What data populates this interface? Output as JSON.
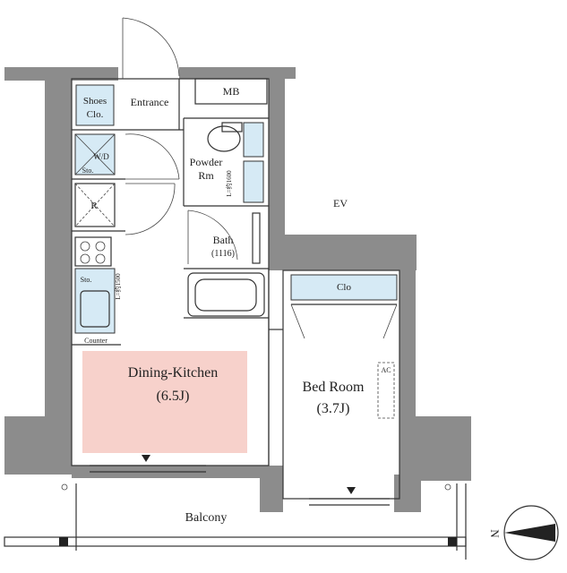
{
  "rooms": {
    "shoes_closet": [
      "Shoes",
      "Clo."
    ],
    "entrance": "Entrance",
    "mb": "MB",
    "powder_room": [
      "Powder",
      "Rm"
    ],
    "wd": "W/D",
    "storage_small": "Sto.",
    "refrigerator": "R",
    "bath": [
      "Bath",
      "(1116)"
    ],
    "ev": "EV",
    "closet": "Clo",
    "storage_kitchen": "Sto.",
    "counter": "Counter",
    "dining_kitchen": {
      "name": "Dining-Kitchen",
      "size": "(6.5J)"
    },
    "bed_room": {
      "name": "Bed Room",
      "size": "(3.7J)"
    },
    "ac": "AC",
    "balcony": "Balcony"
  },
  "dims": {
    "powder_height": "L=约1600",
    "kitchen_height": "L=约1500"
  },
  "compass": {
    "label": "N"
  },
  "colors": {
    "dining_highlight": "#f7d1cb",
    "storage_blue": "#d6eaf5",
    "wall_gray": "#8c8c8c"
  }
}
